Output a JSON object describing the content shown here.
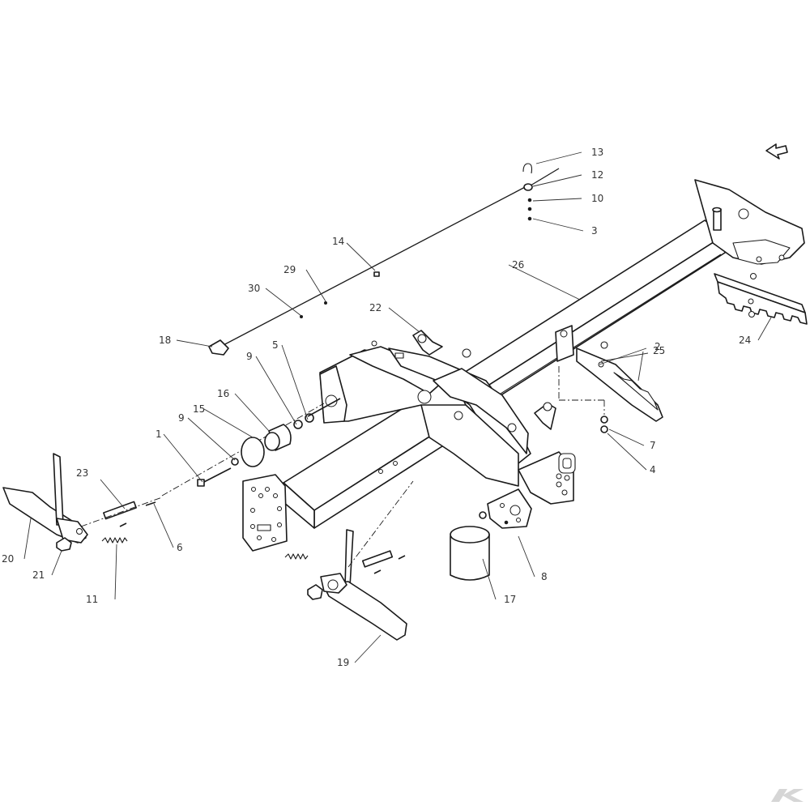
{
  "callouts": [
    {
      "id": "c1",
      "label": "1"
    },
    {
      "id": "c2",
      "label": "2"
    },
    {
      "id": "c3",
      "label": "3"
    },
    {
      "id": "c4",
      "label": "4"
    },
    {
      "id": "c5",
      "label": "5"
    },
    {
      "id": "c6",
      "label": "6"
    },
    {
      "id": "c7",
      "label": "7"
    },
    {
      "id": "c8",
      "label": "8"
    },
    {
      "id": "c9a",
      "label": "9"
    },
    {
      "id": "c9b",
      "label": "9"
    },
    {
      "id": "c10",
      "label": "10"
    },
    {
      "id": "c11",
      "label": "11"
    },
    {
      "id": "c12",
      "label": "12"
    },
    {
      "id": "c13",
      "label": "13"
    },
    {
      "id": "c14",
      "label": "14"
    },
    {
      "id": "c15",
      "label": "15"
    },
    {
      "id": "c16",
      "label": "16"
    },
    {
      "id": "c17",
      "label": "17"
    },
    {
      "id": "c18",
      "label": "18"
    },
    {
      "id": "c19",
      "label": "19"
    },
    {
      "id": "c20",
      "label": "20"
    },
    {
      "id": "c21",
      "label": "21"
    },
    {
      "id": "c22",
      "label": "22"
    },
    {
      "id": "c23",
      "label": "23"
    },
    {
      "id": "c24",
      "label": "24"
    },
    {
      "id": "c25",
      "label": "25"
    },
    {
      "id": "c26",
      "label": "26"
    },
    {
      "id": "c29",
      "label": "29"
    },
    {
      "id": "c30",
      "label": "30"
    }
  ],
  "icons": {
    "orientation": "direction-arrow-icon",
    "brand": "brand-logo-icon"
  }
}
